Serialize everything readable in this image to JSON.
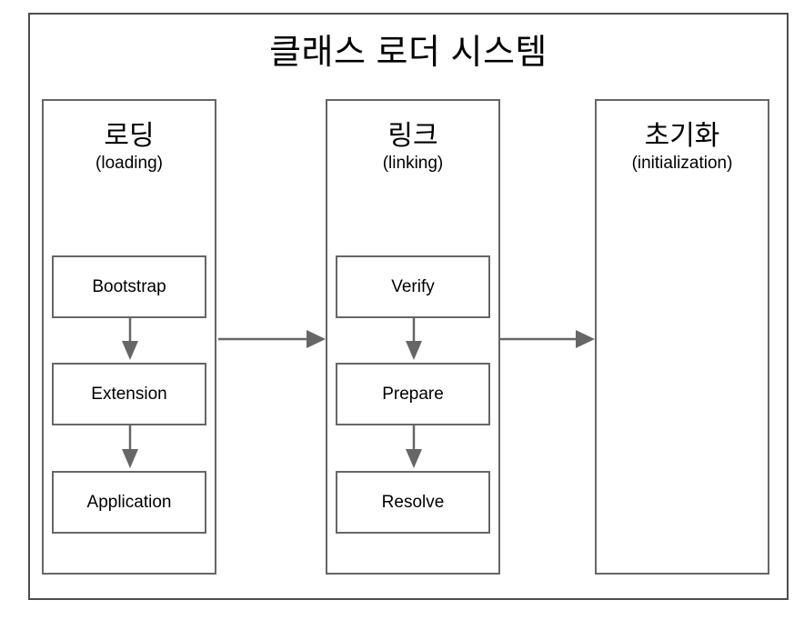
{
  "diagram": {
    "title": "클래스 로더 시스템",
    "columns": [
      {
        "title_ko": "로딩",
        "title_en": "(loading)",
        "steps": [
          "Bootstrap",
          "Extension",
          "Application"
        ]
      },
      {
        "title_ko": "링크",
        "title_en": "(linking)",
        "steps": [
          "Verify",
          "Prepare",
          "Resolve"
        ]
      },
      {
        "title_ko": "초기화",
        "title_en": "(initialization)",
        "steps": []
      }
    ],
    "colors": {
      "outer_border": "#4d4d4d",
      "box_border": "#666666",
      "arrow": "#666666",
      "text": "#000000",
      "background": "#ffffff"
    }
  }
}
